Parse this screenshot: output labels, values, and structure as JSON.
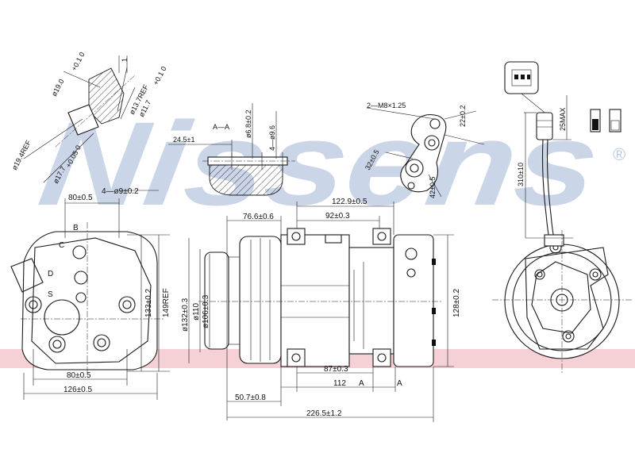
{
  "brand": {
    "watermark": "Nissens",
    "registered_mark": "®",
    "watermark_color": "#9fb3d6",
    "band_color": "#f3c9cf"
  },
  "labels": {
    "d_19_4": "ø19.4REF",
    "d_19_0": "ø19.0",
    "d_19_0_tol": "+0.1 0",
    "d_17_7": "ø17.7",
    "d_17_7_tol": "+0.05 0",
    "d_13_7": "ø13.7REF",
    "d_11_7": "ø11.7",
    "d_11_7_tol": "+0.1 0",
    "d_1": "1",
    "sec_aa": "A—A",
    "d_6_8": "ø6.8±0.2",
    "d_4x9_6": "4—ø9.6",
    "d_24_5": "24.5±1",
    "m8": "2—M8×1.25",
    "d_22": "22±0.2",
    "d_32": "32±0.5",
    "d_42": "42±0.5",
    "d_310": "310±10",
    "d_25max": "25MAX",
    "d_80_top": "80±0.5",
    "d_4x9": "4—ø9±0.2",
    "pt_b": "B",
    "pt_c": "C",
    "pt_d": "D",
    "pt_s": "S",
    "d_133": "133±0.2",
    "d_149": "149REF",
    "d_80_bot": "80±0.5",
    "d_126": "126±0.5",
    "d_76_6": "76.6±0.6",
    "d_122_9": "122.9±0.5",
    "d_92": "92±0.3",
    "d_132": "ø132±0.3",
    "d_110": "ø110",
    "d_106": "ø106±0.3",
    "d_128": "128±0.2",
    "d_87": "87±0.3",
    "d_112": "112",
    "d_50_7": "50.7±0.8",
    "d_226_5": "226.5±1.2",
    "sec_a1": "A",
    "sec_a2": "A"
  }
}
